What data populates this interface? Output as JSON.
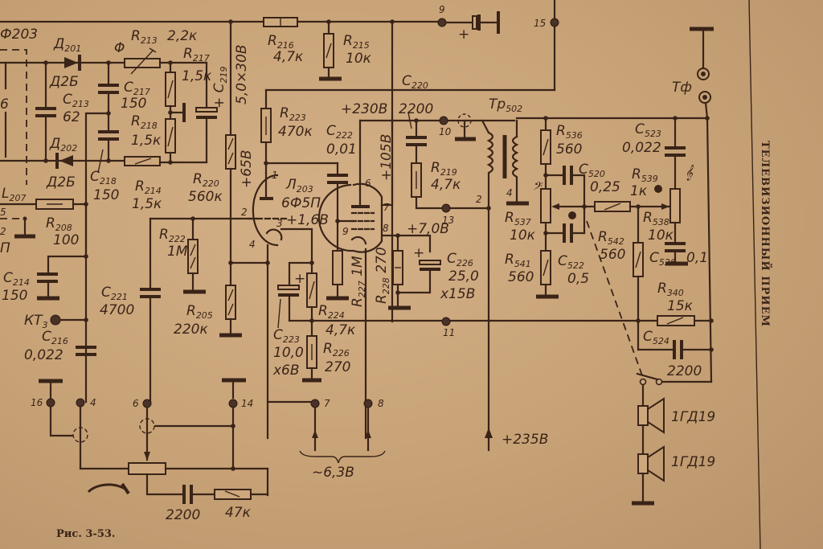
{
  "figure": {
    "caption": "Рис. 3-53.",
    "side_title": "ТЕЛЕВИЗИОННЫЙ ПРИЕМ"
  },
  "components": {
    "filter": {
      "label": "Ф203"
    },
    "D201": {
      "ref": "Д",
      "sub": "201",
      "type": "Д2Б"
    },
    "D202": {
      "ref": "Д",
      "sub": "202",
      "type": "Д2Б"
    },
    "R213": {
      "ref": "R",
      "sub": "213",
      "value": "2,2к"
    },
    "R217": {
      "ref": "R",
      "sub": "217",
      "value": "1,5к"
    },
    "R218": {
      "ref": "R",
      "sub": "218",
      "value": "1,5к"
    },
    "R214": {
      "ref": "R",
      "sub": "214",
      "value": "1,5к"
    },
    "R220": {
      "ref": "R",
      "sub": "220",
      "value": "560к"
    },
    "R216": {
      "ref": "R",
      "sub": "216",
      "value": "4,7к"
    },
    "R215": {
      "ref": "R",
      "sub": "215",
      "value": "10к"
    },
    "R223": {
      "ref": "R",
      "sub": "223",
      "value": "470к"
    },
    "R208": {
      "ref": "R",
      "sub": "208",
      "value": "100"
    },
    "R222": {
      "ref": "R",
      "sub": "222",
      "value": "1М"
    },
    "R205": {
      "ref": "R",
      "sub": "205",
      "value": "220к"
    },
    "R224": {
      "ref": "R",
      "sub": "224",
      "value": "4,7к"
    },
    "R226": {
      "ref": "R",
      "sub": "226",
      "value": "270"
    },
    "R227": {
      "ref": "R",
      "sub": "227",
      "value": "1М"
    },
    "R228": {
      "ref": "R",
      "sub": "228",
      "value": "270"
    },
    "R219": {
      "ref": "R",
      "sub": "219",
      "value": "4,7к"
    },
    "R536": {
      "ref": "R",
      "sub": "536",
      "value": "560"
    },
    "R537": {
      "ref": "R",
      "sub": "537",
      "value": "10к"
    },
    "R541": {
      "ref": "R",
      "sub": "541",
      "value": "560"
    },
    "R539": {
      "ref": "R",
      "sub": "539",
      "value": "1к"
    },
    "R542": {
      "ref": "R",
      "sub": "542",
      "value": "560"
    },
    "R538": {
      "ref": "R",
      "sub": "538",
      "value": "10к"
    },
    "R340": {
      "ref": "R",
      "sub": "340",
      "value": "15к"
    },
    "C213": {
      "ref": "C",
      "sub": "213",
      "value": "62"
    },
    "C217": {
      "ref": "C",
      "sub": "217",
      "value": "150"
    },
    "C218": {
      "ref": "C",
      "sub": "218",
      "value": "150"
    },
    "C219": {
      "ref": "C",
      "sub": "219",
      "value": "5,0×30В"
    },
    "C220": {
      "ref": "C",
      "sub": "220",
      "value": "2200"
    },
    "C222": {
      "ref": "C",
      "sub": "222",
      "value": "0,01"
    },
    "C214": {
      "ref": "C",
      "sub": "214",
      "value": "150"
    },
    "C216": {
      "ref": "C",
      "sub": "216",
      "value": "0,022"
    },
    "C221": {
      "ref": "C",
      "sub": "221",
      "value": "4700"
    },
    "C223": {
      "ref": "C",
      "sub": "223",
      "value": "10,0",
      "voltage": "х6В"
    },
    "C226": {
      "ref": "C",
      "sub": "226",
      "value": "25,0",
      "voltage": "х15В"
    },
    "C520": {
      "ref": "C",
      "sub": "520",
      "value": "0,25"
    },
    "C522": {
      "ref": "C",
      "sub": "522",
      "value": "0,5"
    },
    "C523": {
      "ref": "C",
      "sub": "523",
      "value": "0,022"
    },
    "C526": {
      "ref": "C",
      "sub": "526",
      "value": "0,1"
    },
    "C524": {
      "ref": "C",
      "sub": "524",
      "value": "2200"
    },
    "tube": {
      "ref": "Л",
      "sub": "203",
      "type": "6Ф5П"
    },
    "L207": {
      "ref": "L",
      "sub": "207"
    },
    "transformer": {
      "ref": "Тр",
      "sub": "502"
    },
    "headphones": {
      "label": "Тф"
    },
    "speaker1": {
      "label": "1ГД19"
    },
    "speaker2": {
      "label": "1ГД19"
    },
    "test_point": {
      "ref": "КТ",
      "sub": "3"
    },
    "vol_pot": {
      "cap": "2200",
      "res": "47к"
    }
  },
  "voltages": {
    "v65": "+65В",
    "v230": "+230В",
    "v105": "+105В",
    "v16": "+1,6В",
    "v70": "+7,0В",
    "v235": "+235В",
    "heater": "~6,3В"
  },
  "pins": {
    "tube": [
      "1",
      "2",
      "3",
      "4",
      "6",
      "7",
      "8",
      "9"
    ],
    "transformer": [
      "2",
      "4"
    ],
    "l207": [
      "5",
      "2"
    ],
    "terminals": [
      "4",
      "6",
      "7",
      "8",
      "9",
      "10",
      "11",
      "13",
      "14",
      "15",
      "16"
    ]
  },
  "symbols": {
    "tone_bass": "𝄢",
    "tone_treble": "𝄞",
    "phi_mark": "Φ"
  }
}
